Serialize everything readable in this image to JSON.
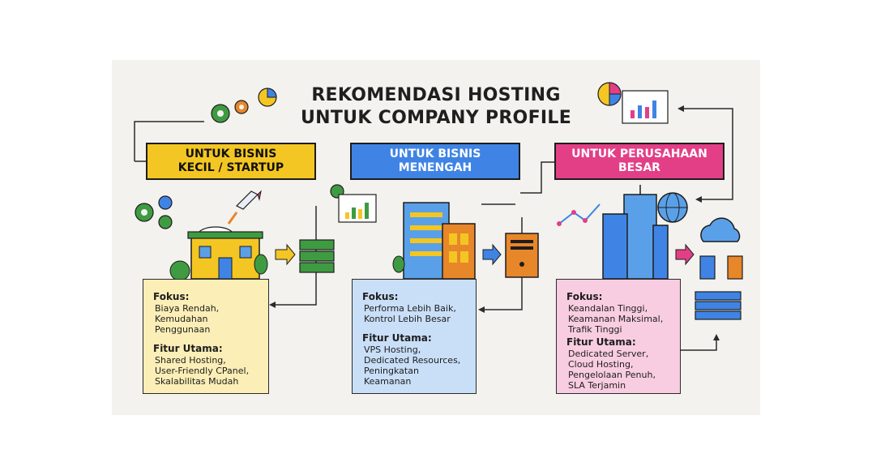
{
  "title": {
    "line1": "REKOMENDASI HOSTING",
    "line2": "UNTUK COMPANY PROFILE"
  },
  "columns": [
    {
      "label": [
        "UNTUK BISNIS",
        "KECIL / STARTUP"
      ],
      "color": "#f3c623",
      "focus_title": "Fokus:",
      "focus": [
        "Biaya Rendah,",
        "Kemudahan Penggunaan"
      ],
      "features_title": "Fitur Utama:",
      "features": [
        "Shared Hosting,",
        "User-Friendly CPanel,",
        "Skalabilitas Mudah"
      ]
    },
    {
      "label": [
        "UNTUK BISNIS",
        "MENENGAH"
      ],
      "color": "#3f84e5",
      "focus_title": "Fokus:",
      "focus": [
        "Performa Lebih Baik,",
        "Kontrol Lebih Besar"
      ],
      "features_title": "Fitur Utama:",
      "features": [
        "VPS Hosting,",
        "Dedicated Resources,",
        "Peningkatan Keamanan"
      ]
    },
    {
      "label": [
        "UNTUK PERUSAHAAN",
        "BESAR"
      ],
      "color": "#e23f86",
      "focus_title": "Fokus:",
      "focus": [
        "Keandalan Tinggi,",
        "Keamanan Maksimal,",
        "Trafik Tinggi"
      ],
      "features_title": "Fitur Utama:",
      "features": [
        "Dedicated Server,",
        "Cloud Hosting,",
        "Pengelolaan Penuh,",
        "SLA Terjamin"
      ]
    }
  ],
  "icons": {
    "gears": "gears-icon",
    "rocket": "rocket-icon",
    "pie": "pie-chart-icon",
    "bar": "bar-chart-icon",
    "server": "server-rack-icon",
    "cloud": "cloud-icon",
    "globe": "globe-icon"
  }
}
